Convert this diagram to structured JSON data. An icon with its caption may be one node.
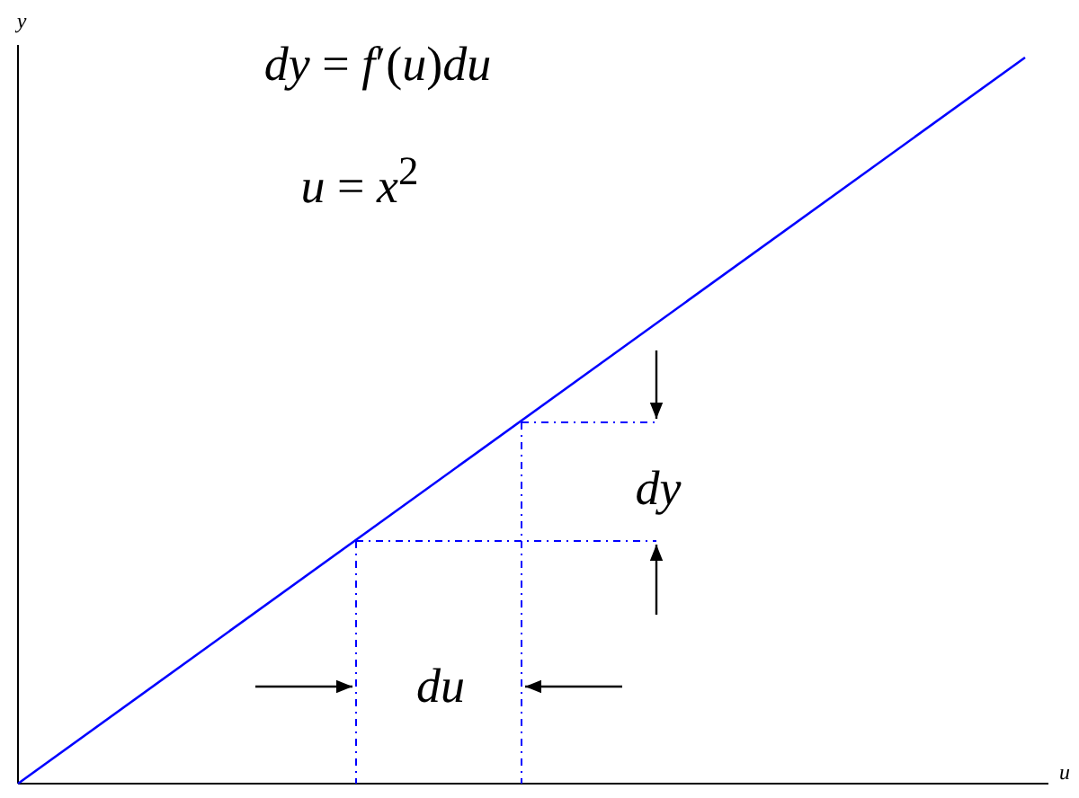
{
  "diagram": {
    "labels": [
      "y",
      "*dy* = *f*′(*u*)*du*",
      "*u* = *x*$^{2}$",
      "*dy*",
      "*du*",
      "u"
    ]
  }
}
